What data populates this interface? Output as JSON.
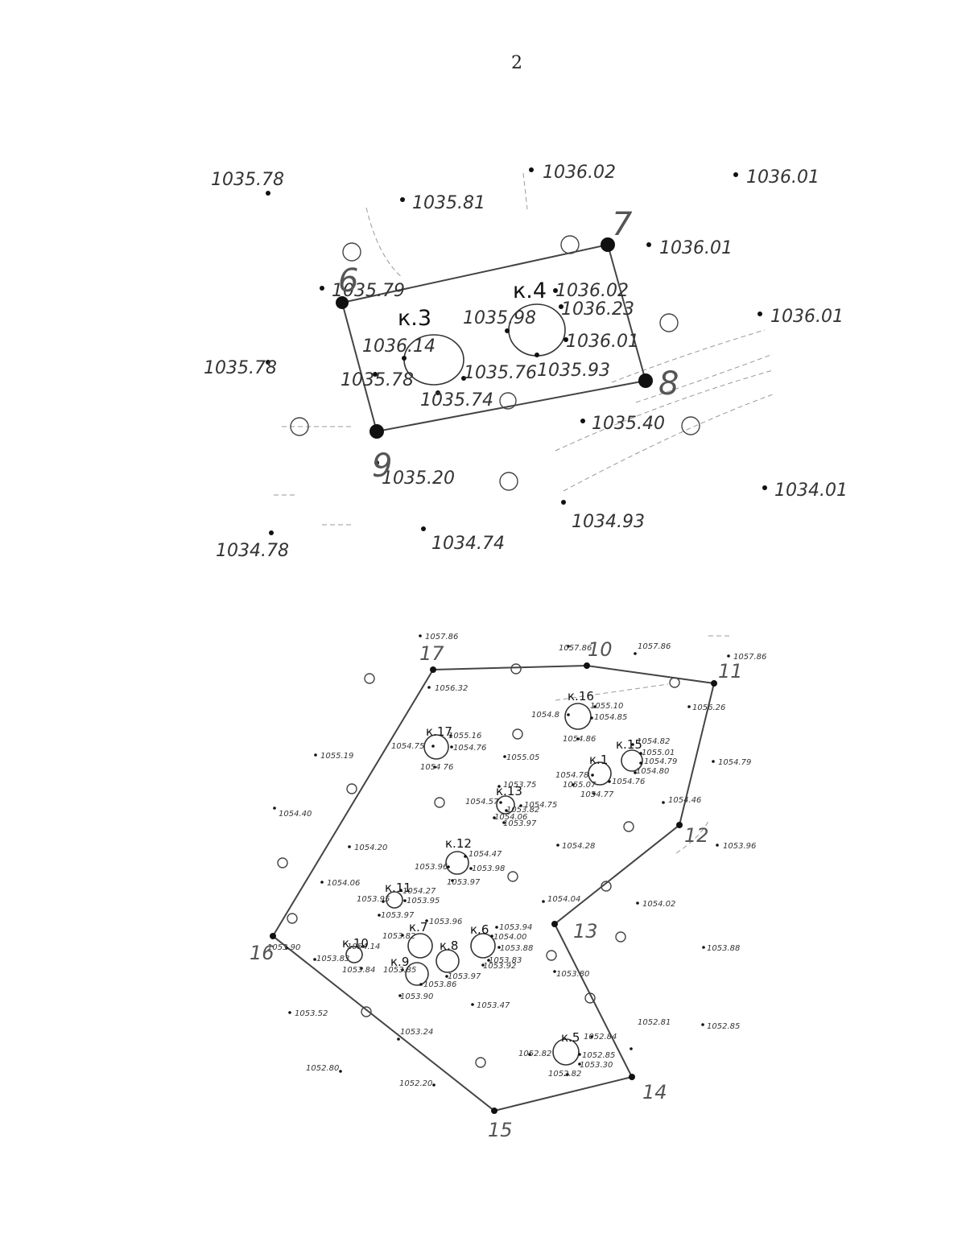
{
  "page_number": "2",
  "plan_top": {
    "spot_heights": [
      {
        "label": "1035.78"
      },
      {
        "label": "1035.81"
      },
      {
        "label": "1036.02"
      },
      {
        "label": "1036.01"
      },
      {
        "label": "1036.01"
      },
      {
        "label": "1036.01"
      },
      {
        "label": "1035.79"
      },
      {
        "label": "1036.02"
      },
      {
        "label": "1036.23"
      },
      {
        "label": "1036.01"
      },
      {
        "label": "1035.98"
      },
      {
        "label": "1036.14"
      },
      {
        "label": "1035.78"
      },
      {
        "label": "1035.78"
      },
      {
        "label": "1035.76"
      },
      {
        "label": "1035.93"
      },
      {
        "label": "1035.74"
      },
      {
        "label": "1035.40"
      },
      {
        "label": "1035.20"
      },
      {
        "label": "1034.01"
      },
      {
        "label": "1034.93"
      },
      {
        "label": "1034.78"
      },
      {
        "label": "1034.74"
      }
    ],
    "corner_points": [
      "6",
      "7",
      "8",
      "9"
    ],
    "pits": [
      "к.3",
      "к.4"
    ]
  },
  "plan_bottom": {
    "spot_heights": [
      {
        "label": "1057.86"
      },
      {
        "label": "1057.86"
      },
      {
        "label": "1057.86"
      },
      {
        "label": "1057.86"
      },
      {
        "label": "1056.32"
      },
      {
        "label": "1056.26"
      },
      {
        "label": "1055.10"
      },
      {
        "label": "1054.85"
      },
      {
        "label": "1054.8"
      },
      {
        "label": "1054.86"
      },
      {
        "label": "1055.16"
      },
      {
        "label": "1054.76"
      },
      {
        "label": "1054.75"
      },
      {
        "label": "1054 76"
      },
      {
        "label": "1055.05"
      },
      {
        "label": "1055.19"
      },
      {
        "label": "1054.82"
      },
      {
        "label": "1055.01"
      },
      {
        "label": "1054.79"
      },
      {
        "label": "1054.80"
      },
      {
        "label": "1054.79"
      },
      {
        "label": "1054.78"
      },
      {
        "label": "1054.76"
      },
      {
        "label": "1055.07"
      },
      {
        "label": "1054.77"
      },
      {
        "label": "1054.40"
      },
      {
        "label": "1054.46"
      },
      {
        "label": "1053.75"
      },
      {
        "label": "1054.57"
      },
      {
        "label": "1054.75"
      },
      {
        "label": "1053.82"
      },
      {
        "label": "1054.06"
      },
      {
        "label": "1053.97"
      },
      {
        "label": "1053.96"
      },
      {
        "label": "1054.20"
      },
      {
        "label": "1054.47"
      },
      {
        "label": "1053.96"
      },
      {
        "label": "1053.98"
      },
      {
        "label": "1053.97"
      },
      {
        "label": "1054.28"
      },
      {
        "label": "1054.06"
      },
      {
        "label": "1054.27"
      },
      {
        "label": "1053.95"
      },
      {
        "label": "1053.95"
      },
      {
        "label": "1053.97"
      },
      {
        "label": "1054.04"
      },
      {
        "label": "1054.02"
      },
      {
        "label": "1053.96"
      },
      {
        "label": "1053.94"
      },
      {
        "label": "1054.00"
      },
      {
        "label": "1053.88"
      },
      {
        "label": "1053.82"
      },
      {
        "label": "1053.90"
      },
      {
        "label": "1054.14"
      },
      {
        "label": "1053.83"
      },
      {
        "label": "1053.84"
      },
      {
        "label": "1053.92"
      },
      {
        "label": "1053.83"
      },
      {
        "label": "1053.97"
      },
      {
        "label": "1053.85"
      },
      {
        "label": "1053.86"
      },
      {
        "label": "1053.90"
      },
      {
        "label": "1053.88"
      },
      {
        "label": "1053.80"
      },
      {
        "label": "1053.52"
      },
      {
        "label": "1053.24"
      },
      {
        "label": "1053.47"
      },
      {
        "label": "1052.81"
      },
      {
        "label": "1052.85"
      },
      {
        "label": "1052.84"
      },
      {
        "label": "1052.82"
      },
      {
        "label": "1052.85"
      },
      {
        "label": "1053.30"
      },
      {
        "label": "1052.82"
      },
      {
        "label": "1052.80"
      },
      {
        "label": "1052.20"
      }
    ],
    "corner_points": [
      "10",
      "11",
      "12",
      "13",
      "14",
      "15",
      "16",
      "17"
    ],
    "pits": [
      "к.16",
      "к.17",
      "к.15",
      "к.1",
      "к.13",
      "к.12",
      "к.11",
      "к.7",
      "к.6",
      "к.8",
      "к.10",
      "к.9",
      "к.5"
    ]
  }
}
